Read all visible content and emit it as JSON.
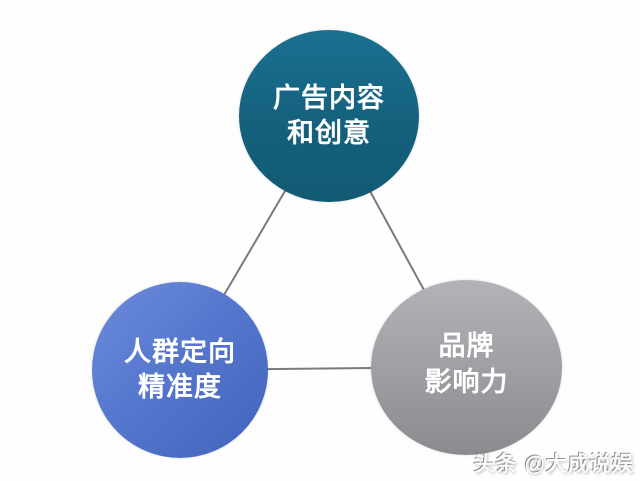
{
  "diagram": {
    "type": "relationship-triangle",
    "background_color": "#fefefe",
    "connector_color": "#7b7b7b",
    "nodes": [
      {
        "id": "ad-content-creativity",
        "line1": "广告内容",
        "line2": "和创意",
        "fill_top": "#1b7090",
        "fill_bottom": "#115a73",
        "text_color": "#ffffff"
      },
      {
        "id": "audience-targeting-precision",
        "line1": "人群定向",
        "line2": "精准度",
        "fill_top": "#6e8cdc",
        "fill_bottom": "#4263bb",
        "text_color": "#ffffff"
      },
      {
        "id": "brand-influence",
        "line1": "品牌",
        "line2": "影响力",
        "fill_top": "#b4b2b7",
        "fill_bottom": "#8c8a8f",
        "text_color": "#ffffff"
      }
    ]
  },
  "watermark": {
    "text": "头条 @大成说娱"
  }
}
